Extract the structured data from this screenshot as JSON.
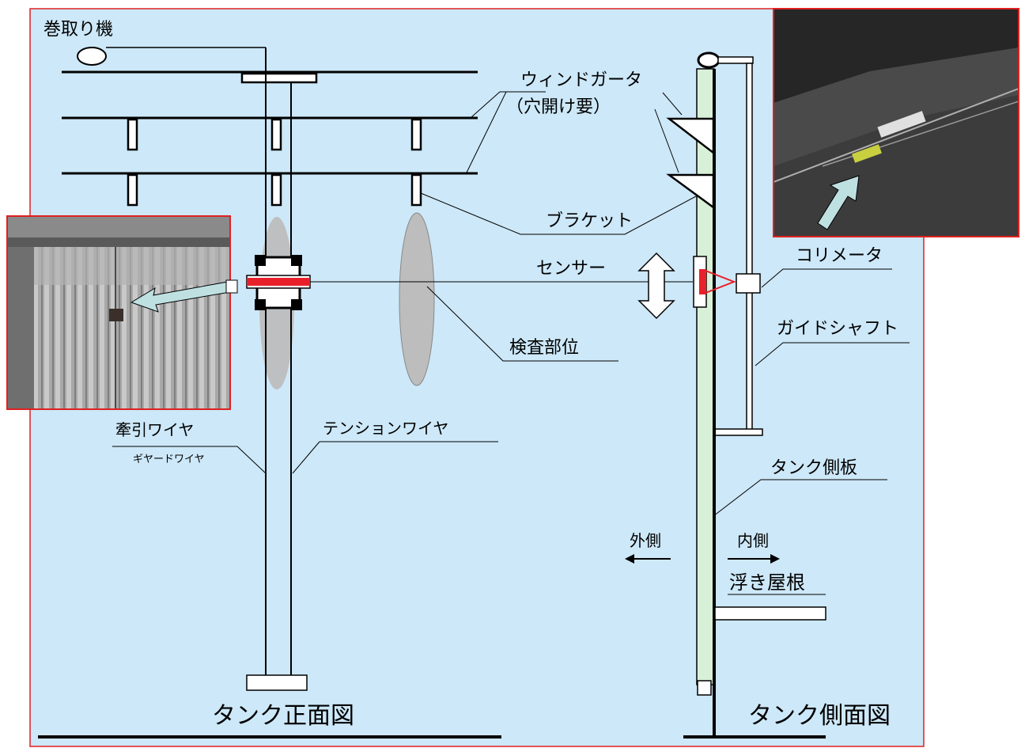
{
  "labels": {
    "winder": "巻取り機",
    "wind_girder": "ウィンドガータ",
    "wind_girder_note": "（穴開け要）",
    "bracket": "ブラケット",
    "sensor": "センサー",
    "collimator": "コリメータ",
    "guide_shaft": "ガイドシャフト",
    "inspection_area": "検査部位",
    "traction_wire": "牽引ワイヤ",
    "guide_wire": "ギヤードワイヤ",
    "tension_wire": "テンションワイヤ",
    "tank_shell": "タンク側板",
    "outside": "外側",
    "inside": "内側",
    "floating_roof": "浮き屋根",
    "front_view": "タンク正面図",
    "side_view": "タンク側面図"
  },
  "colors": {
    "background": "#cde8f8",
    "frame_border": "#e02020",
    "sensor_band": "#e8202a",
    "ellipse": "#bdbdbd",
    "arrow_fill": "#bfe0e0",
    "shell_fill": "#d8f0d8"
  }
}
